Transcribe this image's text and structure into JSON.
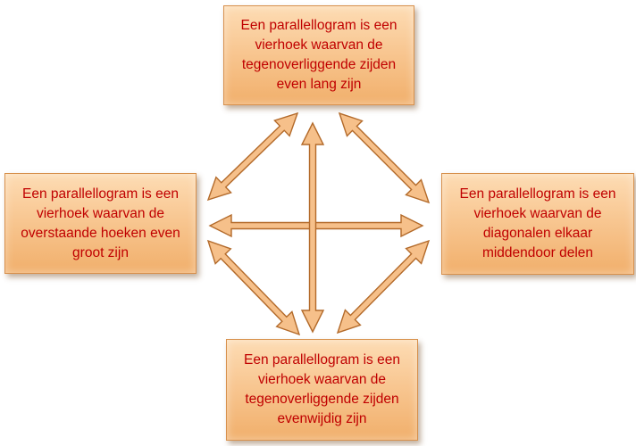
{
  "diagram": {
    "boxes": {
      "top": "Een parallellogram is een vierhoek waarvan de tegenoverliggende zijden even lang zijn",
      "left": "Een parallellogram is een vierhoek waarvan de overstaande hoeken even groot zijn",
      "right": "Een parallellogram is een vierhoek waarvan de diagonalen elkaar middendoor delen",
      "bottom": "Een parallellogram is een vierhoek waarvan de tegenoverliggende zijden evenwijdig zijn"
    },
    "colors": {
      "box_fill": "#f8c792",
      "box_border": "#d7904c",
      "text": "#c00000",
      "arrow_fill": "#f6c08a",
      "arrow_stroke": "#b36a2a"
    }
  }
}
